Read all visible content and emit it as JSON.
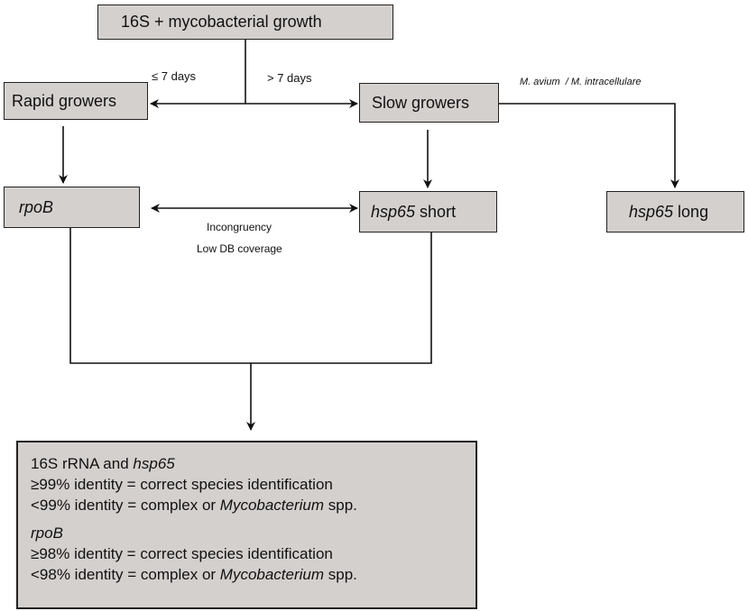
{
  "top": {
    "label": "16S + mycobacterial growth"
  },
  "split": {
    "left": "≤ 7 days",
    "right": "> 7 days"
  },
  "rapid": {
    "label": "Rapid growers"
  },
  "slow": {
    "label": "Slow growers"
  },
  "avium_note": "M. avium  / M. intracellulare",
  "rpob": {
    "label": "rpoB"
  },
  "hsp_short": {
    "gene": "hsp65",
    "suffix": " short"
  },
  "hsp_long": {
    "gene": "hsp65",
    "suffix": " long"
  },
  "mid_notes": {
    "line1": "Incongruency",
    "line2": "Low DB coverage"
  },
  "result": {
    "h1_pre": "16S rRNA and ",
    "h1_gene": "hsp65",
    "l1": "≥99% identity = correct species identification",
    "l2_pre": "<99% identity = complex or ",
    "l2_it": "Mycobacterium",
    "l2_post": " spp.",
    "h2": "rpoB",
    "l3": "≥98% identity = correct species identification",
    "l4_pre": "<98% identity = complex or ",
    "l4_it": "Mycobacterium",
    "l4_post": " spp."
  }
}
